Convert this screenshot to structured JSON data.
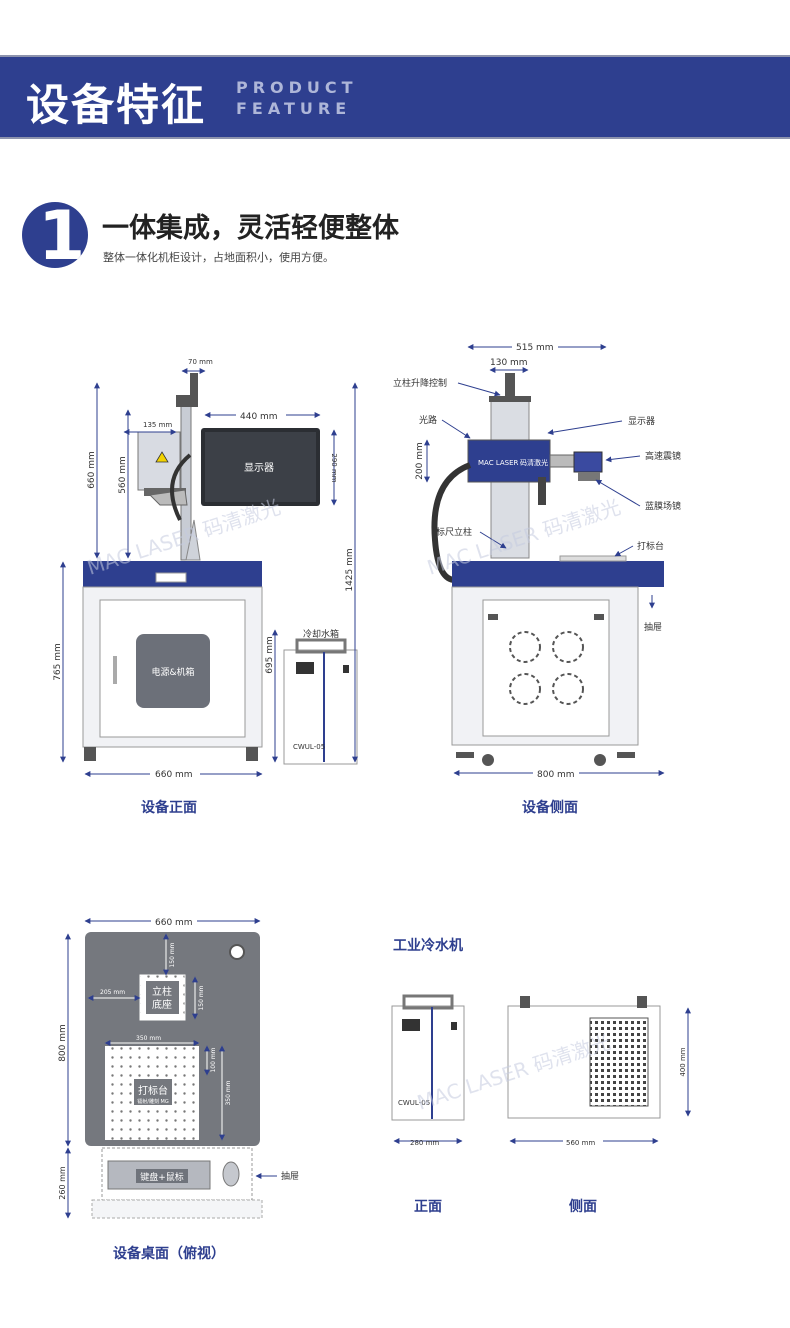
{
  "banner": {
    "title_cn": "设备特征",
    "title_en_1": "PRODUCT",
    "title_en_2": "FEATURE"
  },
  "section": {
    "number": "1",
    "title": "一体集成，灵活轻便整体",
    "subtitle": "整体一体化机柜设计，占地面积小，使用方便。"
  },
  "front": {
    "dims": {
      "d70": "70 mm",
      "d440": "440 mm",
      "d135": "135 mm",
      "d660h": "660 mm",
      "d560": "560 mm",
      "d290": "290 mm",
      "d1425": "1425 mm",
      "d765": "765 mm",
      "d695": "695 mm",
      "d660w": "660 mm"
    },
    "display_label": "显示器",
    "cabinet_label": "电源&机箱",
    "chiller_title": "冷却水箱",
    "chiller_model": "CWUL-05",
    "caption": "设备正面"
  },
  "side": {
    "dims": {
      "d515": "515 mm",
      "d130": "130 mm",
      "d200": "200 mm",
      "d800": "800 mm"
    },
    "labels": {
      "lift": "立柱升降控制",
      "light": "光路",
      "display": "显示器",
      "galvo": "高速震镜",
      "lens": "蓝膜场镜",
      "column": "标尺立柱",
      "table": "打标台",
      "drawer": "抽屉"
    },
    "brand_en": "MAC LASER",
    "brand_cn": "码清激光",
    "caption": "设备侧面"
  },
  "top": {
    "dims": {
      "d660": "660 mm",
      "d150a": "150 mm",
      "d205": "205 mm",
      "d150b": "150 mm",
      "d800": "800 mm",
      "d350w": "350 mm",
      "d100": "100 mm",
      "d350h": "350 mm",
      "d260": "260 mm"
    },
    "column_base_1": "立柱",
    "column_base_2": "底座",
    "table_label": "打标台",
    "table_sub": "镭射/雕刻 MG",
    "keyboard": "键盘+鼠标",
    "drawer": "抽屉",
    "caption": "设备桌面（俯视）"
  },
  "chiller": {
    "title": "工业冷水机",
    "model": "CWUL-05",
    "d280": "280 mm",
    "d560": "560 mm",
    "d400": "400 mm",
    "front_caption": "正面",
    "side_caption": "侧面"
  },
  "watermark": {
    "text": "MAC LASER 码清激光"
  },
  "colors": {
    "brand_blue": "#2e3f8f",
    "dim_line": "#2e3f8f",
    "machine_grey": "#9a9ea6"
  }
}
